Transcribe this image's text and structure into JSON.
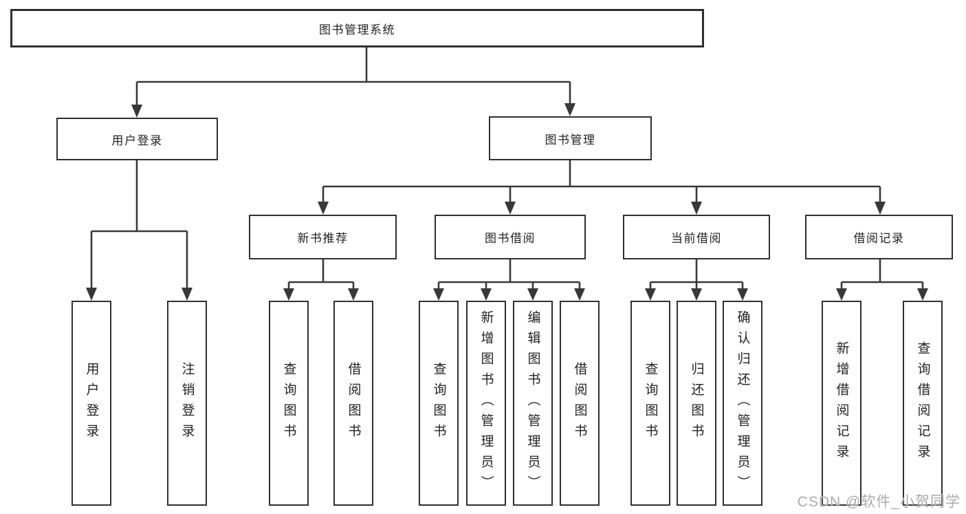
{
  "title": "图书管理系统",
  "level2": {
    "user": {
      "label": "用户登录",
      "children": [
        "用户登录",
        "注销登录"
      ]
    },
    "mgmt": {
      "label": "图书管理"
    }
  },
  "level3": [
    {
      "label": "新书推荐",
      "children": [
        "查询图书",
        "借阅图书"
      ]
    },
    {
      "label": "图书借阅",
      "children": [
        "查询图书",
        "新增图书（管理员）",
        "编辑图书（管理员）",
        "借阅图书"
      ]
    },
    {
      "label": "当前借阅",
      "children": [
        "查询图书",
        "归还图书",
        "确认归还（管理员）"
      ]
    },
    {
      "label": "借阅记录",
      "children": [
        "新增借阅记录",
        "查询借阅记录"
      ]
    }
  ],
  "watermark": "CSDN @软件_小贺同学",
  "colors": {
    "line": "#383838",
    "box_border": "#2f2f2f",
    "text": "#222222",
    "watermark": "#ababab",
    "background": "#ffffff"
  }
}
